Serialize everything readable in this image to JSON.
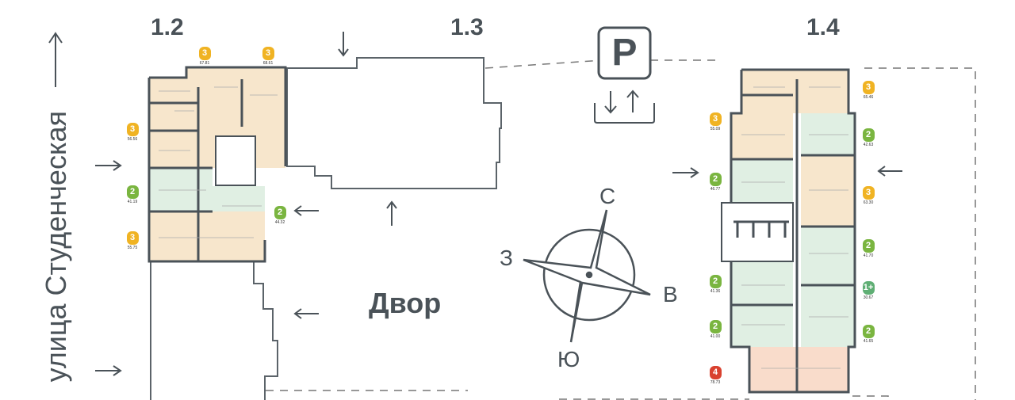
{
  "street_name": "улица Студенческая",
  "buildings": {
    "b12": "1.2",
    "b13": "1.3",
    "b14": "1.4"
  },
  "parking_label": "P",
  "courtyard_label": "Двор",
  "compass": {
    "north": "С",
    "west": "З",
    "east": "В",
    "south": "Ю"
  },
  "colors": {
    "walls": "#4a5258",
    "three_room": "#f0b323",
    "two_room": "#7ab540",
    "one_room": "#5fae74",
    "four_room": "#d9412f",
    "beige": "#f7e6cc",
    "green": "#e0efe3",
    "peach": "#f9dccb"
  },
  "apartments": [
    {
      "rooms": "3",
      "area": "67.81"
    },
    {
      "rooms": "3",
      "area": "68.61"
    },
    {
      "rooms": "3",
      "area": "56.56"
    },
    {
      "rooms": "2",
      "area": "41.19"
    },
    {
      "rooms": "2",
      "area": "44.32"
    },
    {
      "rooms": "3",
      "area": "55.75"
    },
    {
      "rooms": "3",
      "area": "65.46"
    },
    {
      "rooms": "3",
      "area": "55.09"
    },
    {
      "rooms": "2",
      "area": "42.63"
    },
    {
      "rooms": "2",
      "area": "46.77"
    },
    {
      "rooms": "3",
      "area": "63.30"
    },
    {
      "rooms": "2",
      "area": "41.70"
    },
    {
      "rooms": "2",
      "area": "41.36"
    },
    {
      "rooms": "1+",
      "area": "30.67"
    },
    {
      "rooms": "2",
      "area": "41.00"
    },
    {
      "rooms": "2",
      "area": "41.65"
    },
    {
      "rooms": "4",
      "area": "78.73"
    }
  ]
}
